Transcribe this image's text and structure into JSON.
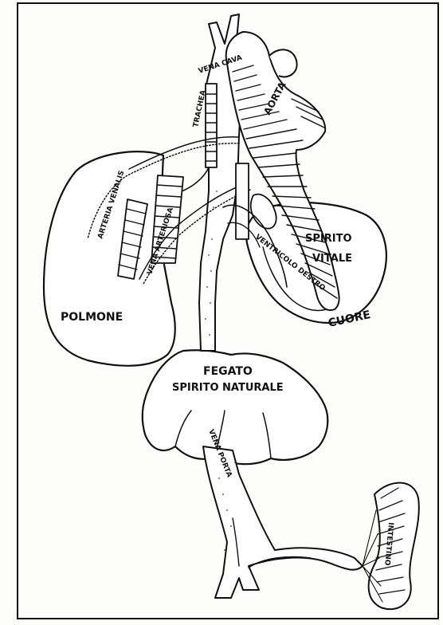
{
  "diagram": {
    "labels": {
      "vena_cava": "VENA CAVA",
      "aorta": "AORTA",
      "trachea": "TRACHEA",
      "arteria_venalis": "ARTERIA VENALIS",
      "vena_arteriosa": "VENA ARTERIOSA",
      "ventricolo_destro": "VENTRICOLO DESTRO",
      "spirito": "SPIRITO",
      "vitale": "VITALE",
      "cuore": "CUORE",
      "polmone": "POLMONE",
      "fegato": "FEGATO",
      "spirito_naturale": "SPIRITO NATURALE",
      "vena_porta": "VENA PORTA",
      "intestino": "INTESTINO"
    }
  }
}
